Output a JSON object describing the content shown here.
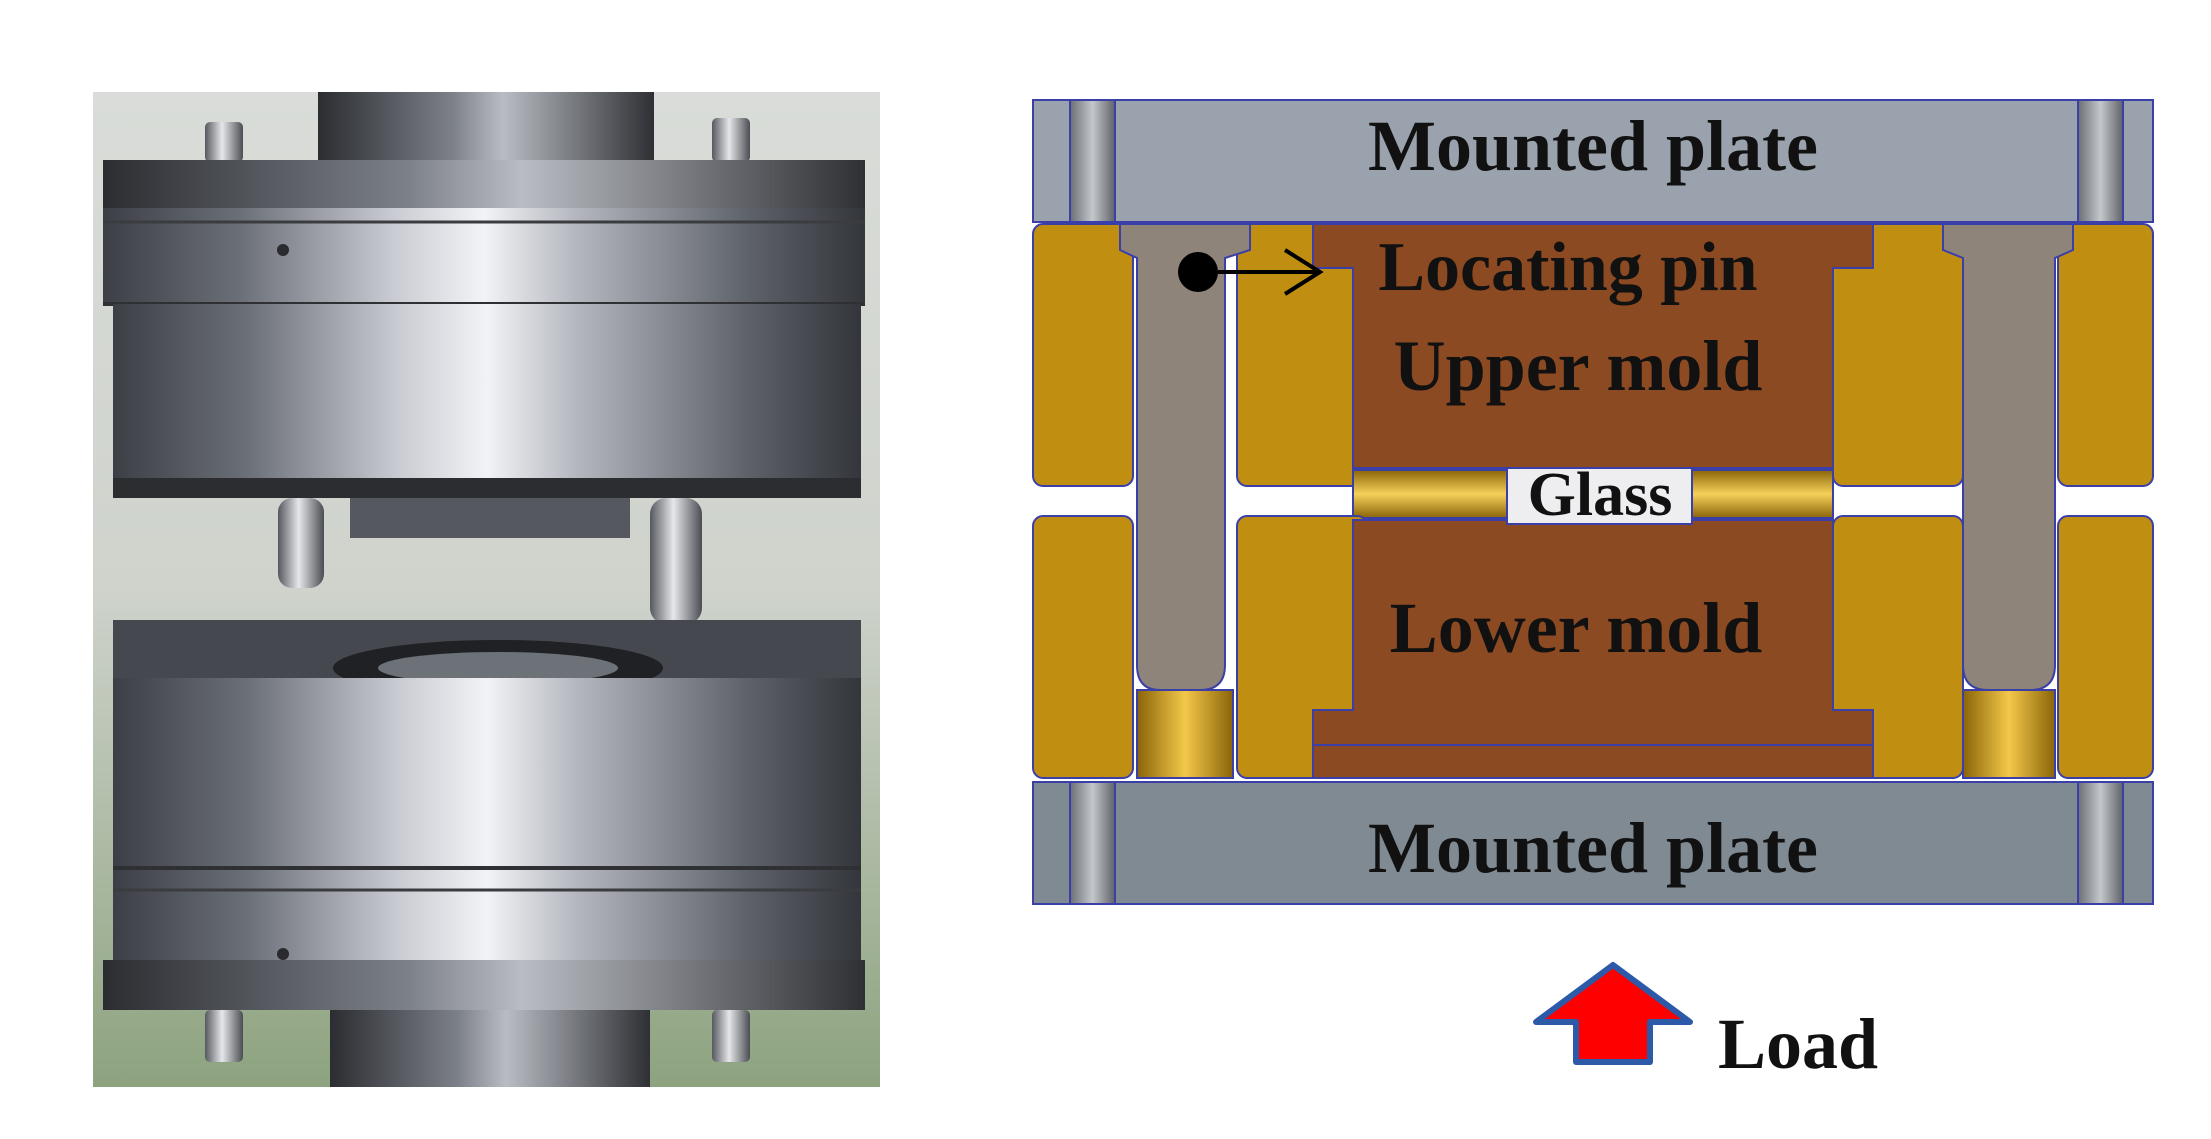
{
  "labels": {
    "mounted_plate_top": "Mounted plate",
    "locating_pin": "Locating pin",
    "upper_mold": "Upper mold",
    "glass": "Glass",
    "lower_mold": "Lower mold",
    "mounted_plate_bottom": "Mounted plate",
    "load": "Load"
  },
  "colors": {
    "mounted_plate_top": "#9aa2ad",
    "mounted_plate_bottom": "#7f8a93",
    "sleeve_gold": "#c08f12",
    "pin_gray": "#8e8479",
    "mold_brown": "#8c4a22",
    "glass_fill": "#eeeef0",
    "outline_blue": "#3b3fa8",
    "arrow_red": "#ff0000",
    "arrow_outline": "#2d5aa8"
  },
  "icons": {
    "photo": "die-set-photo",
    "arrow": "load-arrow-up"
  }
}
